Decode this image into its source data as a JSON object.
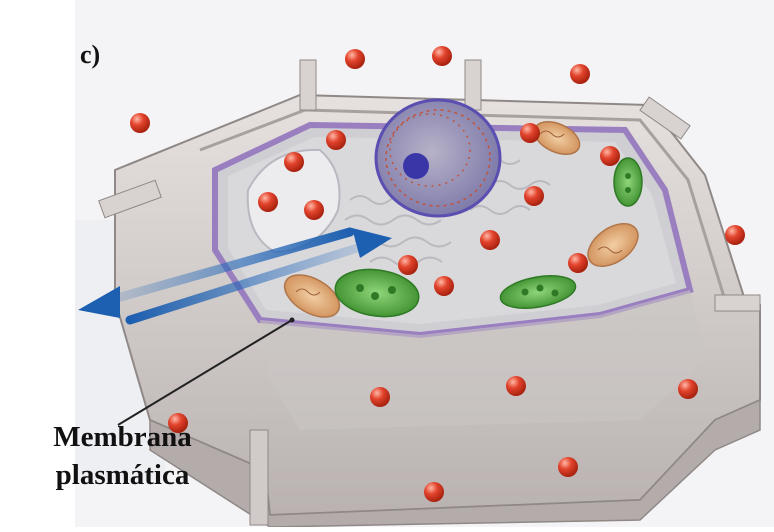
{
  "figure": {
    "panel_label": "c)",
    "callout_label_line1": "Membrana",
    "callout_label_line2": "plasmática",
    "colors": {
      "background": "#f4f4f6",
      "cell_wall": "#d9d4d2",
      "cell_wall_shadow": "#a9a2a0",
      "plasma_membrane": "#9a7fc0",
      "cytoplasm": "#dcdcdc",
      "nucleus": "#5a4fb0",
      "nucleolus": "#3a36a8",
      "chloroplast": "#4aa63a",
      "mitochondrion": "#e2a66a",
      "molecule": "#e2432c",
      "arrow": "#2a6fc0"
    },
    "icons": {
      "molecule": "red-sphere-icon",
      "arrow": "double-arrow-icon"
    }
  }
}
